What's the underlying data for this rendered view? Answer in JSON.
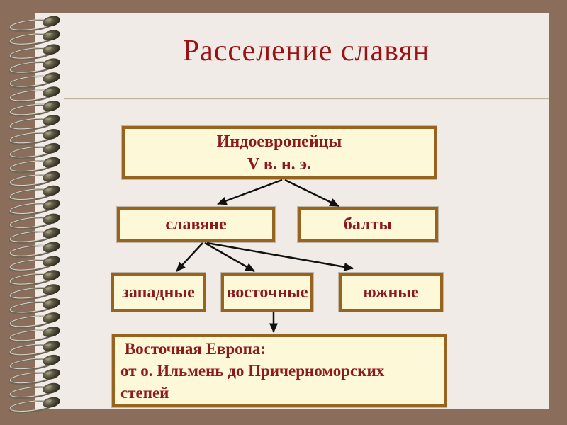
{
  "slide": {
    "title": "Расселение славян"
  },
  "diagram": {
    "nodes": [
      {
        "name": "indoeuropeans",
        "lines": [
          "Индоевропейцы",
          "V в. н. э."
        ]
      },
      {
        "name": "slavs",
        "lines": [
          "славяне"
        ]
      },
      {
        "name": "balts",
        "lines": [
          "балты"
        ]
      },
      {
        "name": "western-slavs",
        "lines": [
          "западные"
        ]
      },
      {
        "name": "eastern-slavs",
        "lines": [
          "восточные"
        ]
      },
      {
        "name": "southern-slavs",
        "lines": [
          "южные"
        ]
      },
      {
        "name": "eastern-europe",
        "lines": [
          " Восточная Европа:",
          "от о. Ильмень до Причерноморских",
          "степей"
        ]
      }
    ],
    "edges": [
      "indoeuropeans→slavs",
      "indoeuropeans→balts",
      "slavs→western-slavs",
      "slavs→eastern-slavs",
      "slavs→southern-slavs",
      "eastern-slavs→eastern-europe"
    ]
  },
  "colors": {
    "frame": "#8a6e5b",
    "page": "#f0ebe7",
    "box_fill": "#fcf8d8",
    "box_border": "#96641e",
    "box_text": "#8c1a1a",
    "title_text": "#9b1212",
    "arrow": "#111111",
    "divider_line": "#c3b4a2"
  }
}
